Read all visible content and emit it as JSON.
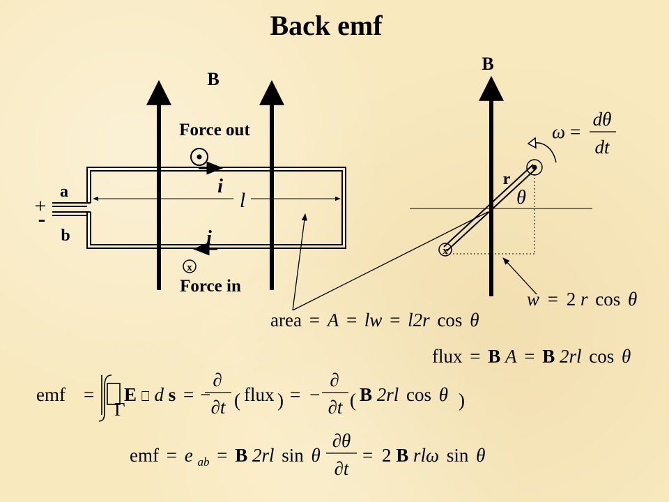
{
  "title": "Back emf",
  "colors": {
    "background": "#f8e9bf",
    "ink": "#000000"
  },
  "left_figure": {
    "field_label": "B",
    "force_out_label": "Force out",
    "force_in_label": "Force in",
    "current_top_label": "i",
    "current_bottom_label": "i",
    "length_label": "l",
    "terminal_a": "a",
    "terminal_b": "b",
    "plus": "+",
    "minus": "-",
    "force_in_symbol": "x",
    "force_out_icon": "dot-in-circle-icon"
  },
  "right_figure": {
    "field_label": "B",
    "radius_label": "r",
    "angle_label": "θ",
    "axle_symbol": "x",
    "rotation_icon": "curved-arrow-icon"
  },
  "equations": {
    "omega": {
      "lhs": "ω",
      "eq": "=",
      "num": "dθ",
      "den": "dt"
    },
    "width": {
      "w": "w",
      "eq": "=",
      "rhs_2": "2",
      "r": "r",
      "cos": "cos",
      "theta": "θ"
    },
    "area": {
      "area": "area",
      "eq1": "=",
      "A": "A",
      "eq2": "=",
      "lw": "lw",
      "eq3": "=",
      "rhs": "l2r",
      "cos": "cos",
      "theta": "θ"
    },
    "flux": {
      "flux": "flux",
      "eq1": "=",
      "B": "B",
      "A": "A",
      "eq2": "=",
      "B2": "B",
      "rhs": "2rl",
      "cos": "cos",
      "theta": "θ"
    },
    "emf_integral": {
      "emf": "emf",
      "eq1": "=",
      "gamma": "Γ",
      "E": "E",
      "box": "⎕",
      "ds_d": "d",
      "ds_s": "s",
      "eq2": "=",
      "minus1": "−",
      "partial": "∂",
      "dt1": "∂t",
      "flux": "flux",
      "eq3": "=",
      "minus2": "−",
      "partial2": "∂",
      "dt2": "∂t",
      "B": "B",
      "rest": "2rl",
      "cos": "cos",
      "theta": "θ"
    },
    "emf_result": {
      "emf": "emf",
      "eq1": "=",
      "e": "e",
      "sub": "ab",
      "eq2": "=",
      "B": "B",
      "rest": "2rl",
      "sin": "sin",
      "theta": "θ",
      "num": "∂θ",
      "den": "∂t",
      "eq3": "=",
      "two": "2",
      "B2": "B",
      "rlw": "rlω",
      "sin2": "sin",
      "theta2": "θ"
    }
  }
}
